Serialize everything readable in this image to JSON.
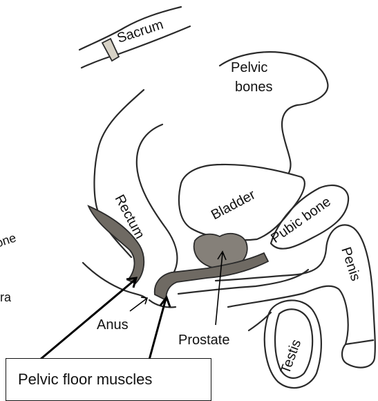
{
  "labels": {
    "sacrum": "Sacrum",
    "pelvic_bones_line1": "Pelvic",
    "pelvic_bones_line2": "bones",
    "rectum": "Rectum",
    "bladder": "Bladder",
    "pubic_bone": "Pubic bone",
    "penis": "Penis",
    "prostate": "Prostate",
    "anus": "Anus",
    "testis": "Testis",
    "cut_left_1": "one",
    "cut_left_2": "ra"
  },
  "callout": {
    "text": "Pelvic floor muscles"
  },
  "colors": {
    "muscle": "#6f6a63",
    "prostate": "#858079",
    "outline": "#2a2a2a"
  }
}
